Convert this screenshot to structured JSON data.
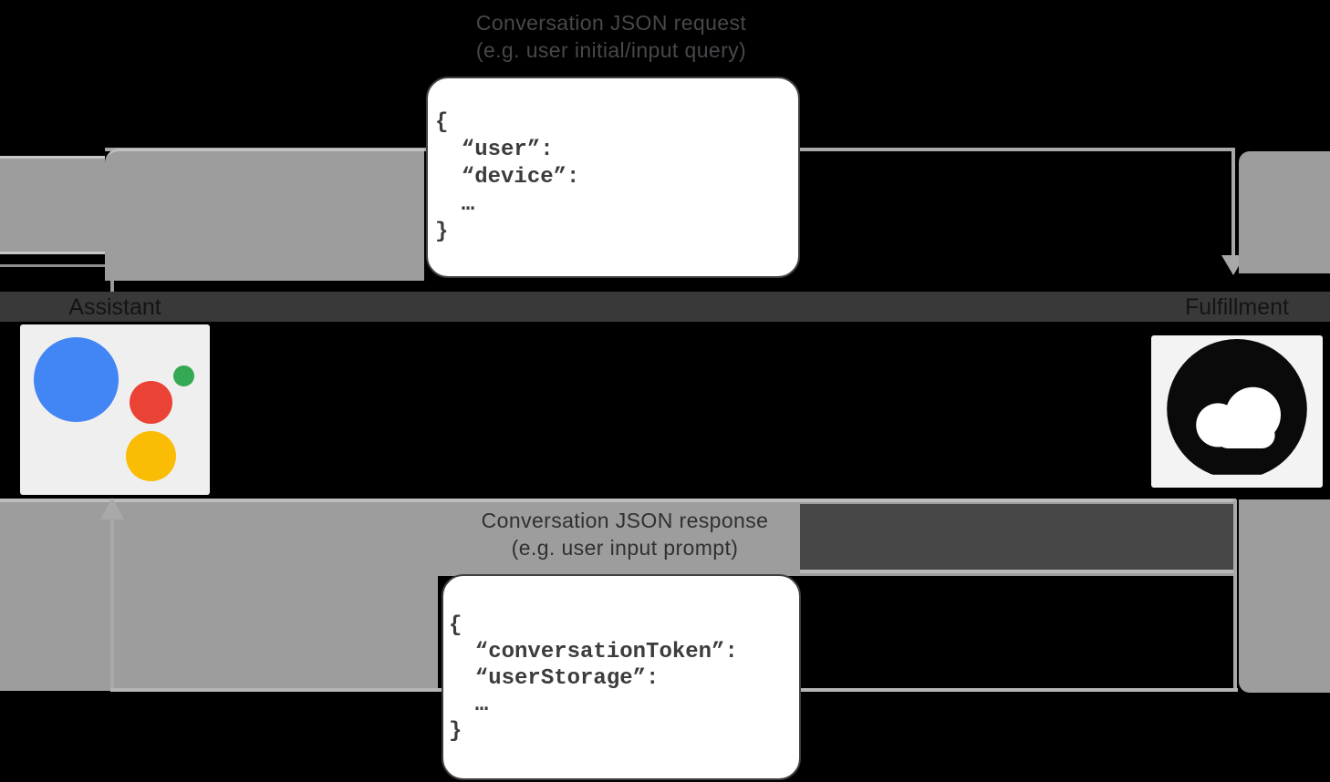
{
  "request": {
    "title_line1": "Conversation JSON request",
    "title_line2": "(e.g. user initial/input query)",
    "json_lines": [
      "{",
      "  “user”:",
      "  “device”:",
      "  …",
      "}"
    ]
  },
  "response": {
    "title_line1": "Conversation JSON response",
    "title_line2": "(e.g. user input prompt)",
    "json_lines": [
      "{",
      "  “conversationToken”:",
      "  “userStorage”:",
      "  …",
      "}"
    ]
  },
  "actors": {
    "assistant": {
      "label": "Assistant",
      "icon": "google-assistant-logo"
    },
    "fulfillment": {
      "label": "Fulfillment",
      "icon": "cloud-icon"
    }
  },
  "colors": {
    "background": "#000000",
    "arrow_band_gray": "#9d9d9d",
    "arrow_line_gray": "#a8a8a8",
    "label_band_dark": "#393939",
    "callout_background": "#ffffff",
    "callout_border": "#3f3f3f",
    "json_text": "#3c3c3c",
    "assistant_blue": "#4285f4",
    "assistant_red": "#ea4335",
    "assistant_green": "#34a853",
    "assistant_yellow": "#fbbc05"
  }
}
